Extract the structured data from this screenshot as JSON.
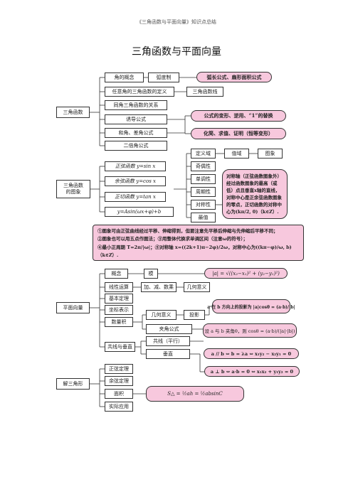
{
  "header": "《三角函数与平面向量》知识点总结",
  "title": "三角函数与平面向量",
  "sec1": {
    "root": "三角函数",
    "items": [
      "角的概念",
      "任意角的三角函数的定义",
      "同角三角函数的关系",
      "诱导公式",
      "和角、差角公式",
      "二倍角公式"
    ],
    "radian": "弧度制",
    "line": "三角函数线",
    "arc": "弧长公式、扇形面积公式",
    "transform": "公式的变形、逆用、“1”的替换",
    "simplify": "化简、求值、证明（恒等变形）"
  },
  "sec2": {
    "root": "三角函数的图象",
    "funcs": [
      "正弦函数 y=sin x",
      "余弦函数 y=cos x",
      "正切函数 y=tan x",
      "y=Asin(ωx+φ)+b"
    ],
    "props": [
      "定义域",
      "奇偶性",
      "单调性",
      "周期性",
      "对称性",
      "最值"
    ],
    "range": "值域",
    "graph": "图象",
    "sym_note": "对称轴（正弦函数图象外）经过函数图象的最高（或低）点且垂直x轴的直线，对称中心是正余弦函数图象的零点，正切函数的对称中心为(kπ/2, 0)（k∈Z）.",
    "info1": "①图象可由正弦曲线经过平移、伸缩得到，但要注意先平移后伸缩与先伸缩后平移不同；",
    "info2": "②图象也可以用五点作图法；③用整体代换求单调区间（注意ω的符号）；",
    "info3": "④最小正周期 T=2π/|ω|；⑤对称轴 x=((2k+1)π−2φ)/2ω，对称中心为((kπ−φ)/ω, b)（k∈Z）."
  },
  "sec3": {
    "root": "平面向量",
    "items": [
      "概念",
      "线性运算",
      "基本定理",
      "坐标表示",
      "数量积",
      "共线与垂直"
    ],
    "mod": "模",
    "mod_formula": "|a| = √((x₂−x₁)² + (y₂−y₁)²)",
    "ops": "加、减、数乘",
    "geo1": "几何意义",
    "geo2": "几何意义",
    "proj": "投影",
    "proj_formula": "a 在 b 方向上的投影为 |a|cosθ = (a·b)/|b|",
    "angle": "夹角公式",
    "angle_formula": "设 a 与 b 夹角θ，则 cosθ = (a·b)/(|a|·|b|)",
    "parallel": "共线（平行）",
    "perp": "垂直",
    "parallel_formula": "a // b ⇔ b = λa ⇔ x₁y₂ − x₂y₁ = 0",
    "perp_formula": "a ⊥ b ⇔ a·b = 0 ⇔ x₁x₂ + y₁y₂ = 0"
  },
  "sec4": {
    "root": "解三角形",
    "items": [
      "正弦定理",
      "余弦定理",
      "面积",
      "实际应用"
    ],
    "area_formula": "S△ = ½ah = ½absinC"
  }
}
